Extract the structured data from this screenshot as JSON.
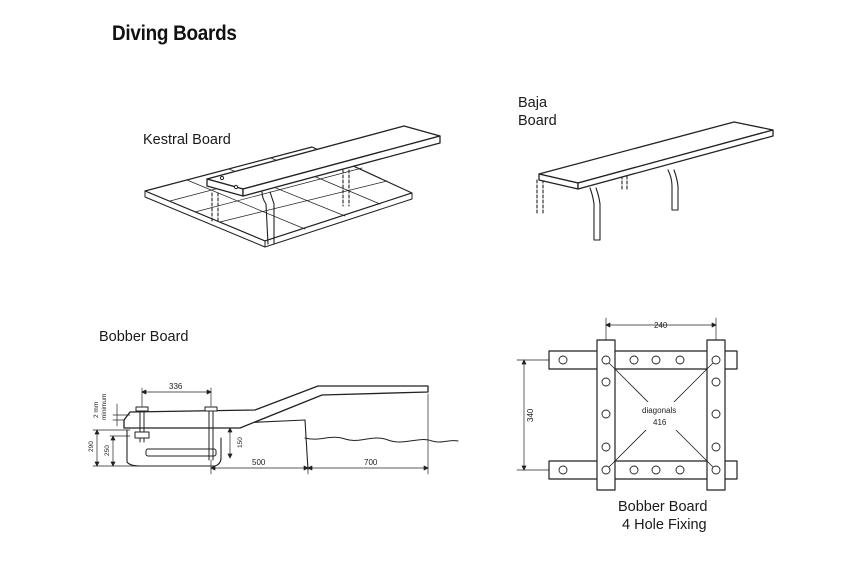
{
  "title": "Diving Boards",
  "boards": {
    "kestral": {
      "label": "Kestral Board"
    },
    "baja": {
      "label_line1": "Baja",
      "label_line2": "Board"
    },
    "bobber": {
      "label": "Bobber Board",
      "dims": {
        "width_336": "336",
        "min_2mm_line1": "2 mm",
        "min_2mm_line2": "minimum",
        "h_290": "290",
        "h_250": "250",
        "h_150": "150",
        "len_500": "500",
        "len_700": "700"
      }
    },
    "fixing": {
      "label_line1": "Bobber Board",
      "label_line2": "4 Hole Fixing",
      "dims": {
        "w_240": "240",
        "h_340": "340",
        "diag_line1": "diagonals",
        "diag_line2": "416"
      }
    }
  }
}
